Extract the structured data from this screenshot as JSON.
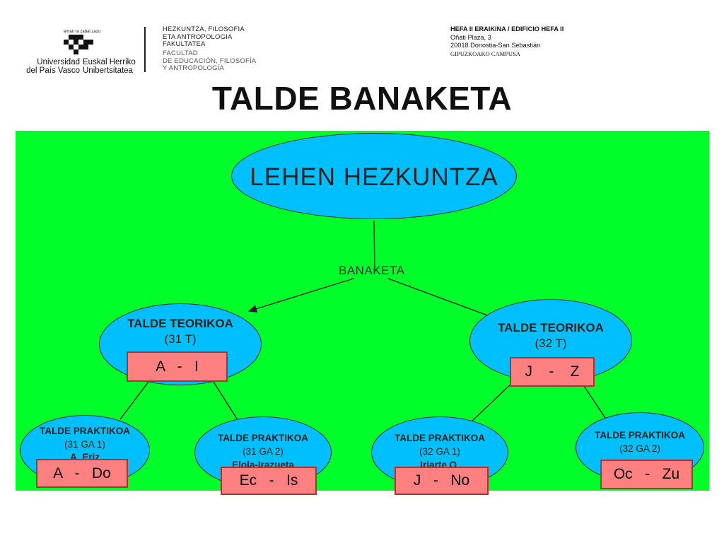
{
  "header": {
    "logo_motto": "eman ta zabal zazu",
    "university_es": [
      "Universidad",
      "del País Vasco"
    ],
    "university_eu": [
      "Euskal Herriko",
      "Unibertsitatea"
    ],
    "faculty_eu": [
      "HEZKUNTZA, FILOSOFIA",
      "ETA ANTROPOLOGIA",
      "FAKULTATEA"
    ],
    "faculty_es": [
      "FACULTAD",
      "DE EDUCACIÓN, FILOSOFÍA",
      "Y ANTROPOLOGÍA"
    ],
    "address": {
      "building": "HEFA II ERAIKINA / EDIFICIO HEFA II",
      "street": "Oñati Plaza, 3",
      "city": "20018 Donostia-San Sebastián",
      "campus": "GIPUZKOAKO CAMPUSA"
    }
  },
  "title": "TALDE BANAKETA",
  "diagram": {
    "root": "LEHEN HEZKUNTZA",
    "edge_label": "BANAKETA",
    "theory_groups": [
      {
        "title": "TALDE TEORIKOA",
        "code": "(31 T)",
        "range": "A   -   I"
      },
      {
        "title": "TALDE TEORIKOA",
        "code": "(32 T)",
        "range": "J    -    Z"
      }
    ],
    "practice_groups": [
      {
        "title": "TALDE PRAKTIKOA",
        "code": "(31 GA 1)",
        "name": "A. Eriz",
        "range": "A   -   Do"
      },
      {
        "title": "TALDE PRAKTIKOA",
        "code": "(31 GA 2)",
        "name": "Elola-Irazueta",
        "range": "Ec   -   Is"
      },
      {
        "title": "TALDE PRAKTIKOA",
        "code": "(32 GA 1)",
        "name": "Iriarte O.",
        "range": "J   -   No"
      },
      {
        "title": "TALDE PRAKTIKOA",
        "code": "(32 GA 2)",
        "name": "",
        "range": "Oc   -   Zu"
      }
    ]
  },
  "colors": {
    "background": "#00ff2a",
    "node_fill": "#00bfff",
    "range_fill": "#ff8080"
  }
}
